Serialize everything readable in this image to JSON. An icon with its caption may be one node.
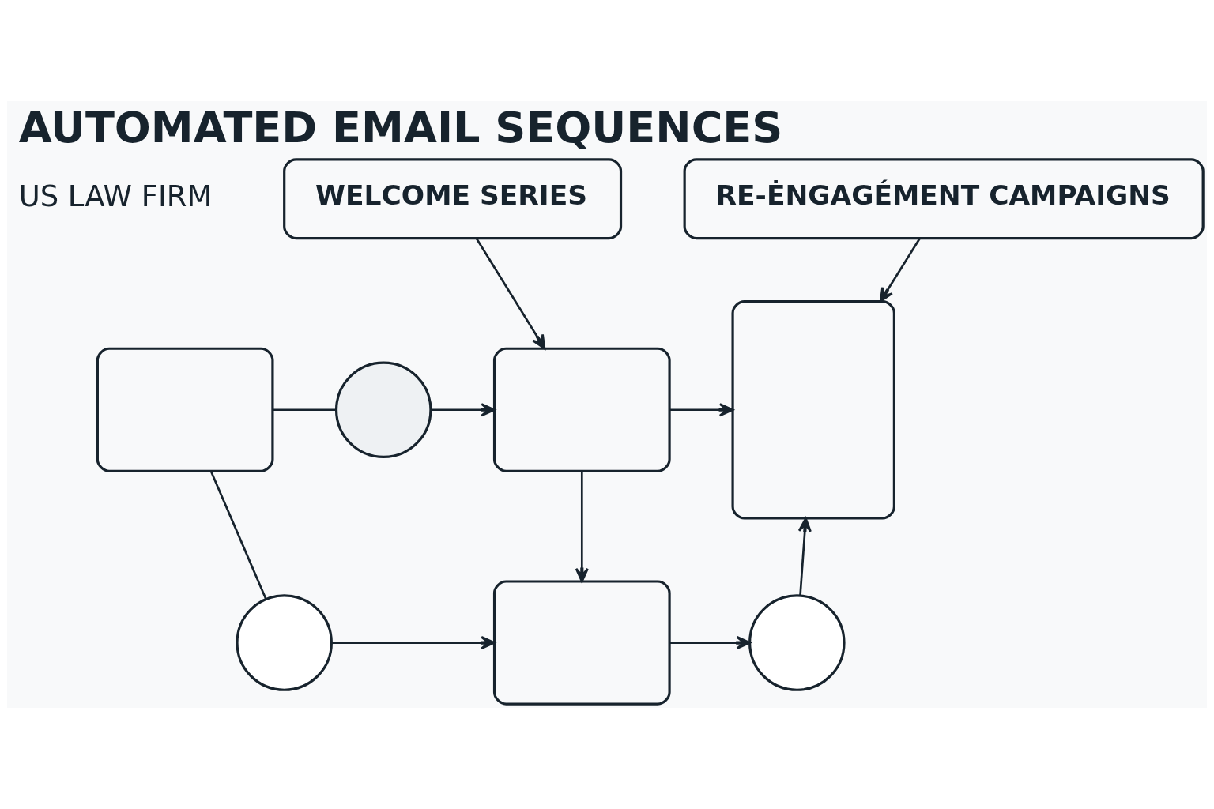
{
  "diagram": {
    "title": "AUTOMATED EMAIL SEQUENCES",
    "nodes": [
      {
        "text": [
          "WELCOME SERIES"
        ]
      },
      {
        "text": [
          "RE-ĖNGAGÉMENT CAMPAIGNS"
        ]
      },
      {
        "text": [],
        "shape": "envelope"
      },
      {
        "text": [],
        "shape": "circle"
      },
      {
        "text": [],
        "shape": "circle"
      },
      {
        "text": [],
        "shape": "envelope"
      },
      {
        "text": [],
        "shape": "envelope"
      },
      {
        "text": [],
        "shape": "box"
      },
      {
        "text": [],
        "shape": "circle"
      }
    ],
    "edges": [
      {
        "from": 2,
        "to": 3,
        "arrow": "none"
      },
      {
        "from": 2,
        "to": 4,
        "arrow": "none"
      },
      {
        "from": 3,
        "to": 5,
        "arrow": "to"
      },
      {
        "from": 4,
        "to": 6,
        "arrow": "to"
      },
      {
        "from": 0,
        "to": 5,
        "arrow": "to"
      },
      {
        "from": 5,
        "to": 7,
        "arrow": "to"
      },
      {
        "from": 5,
        "to": 6,
        "arrow": "to"
      },
      {
        "from": 1,
        "to": 7,
        "arrow": "to"
      },
      {
        "from": 6,
        "to": 8,
        "arrow": "to"
      },
      {
        "from": 8,
        "to": 7,
        "arrow": "to"
      }
    ],
    "labels": [
      "US LAW FIRM"
    ]
  }
}
